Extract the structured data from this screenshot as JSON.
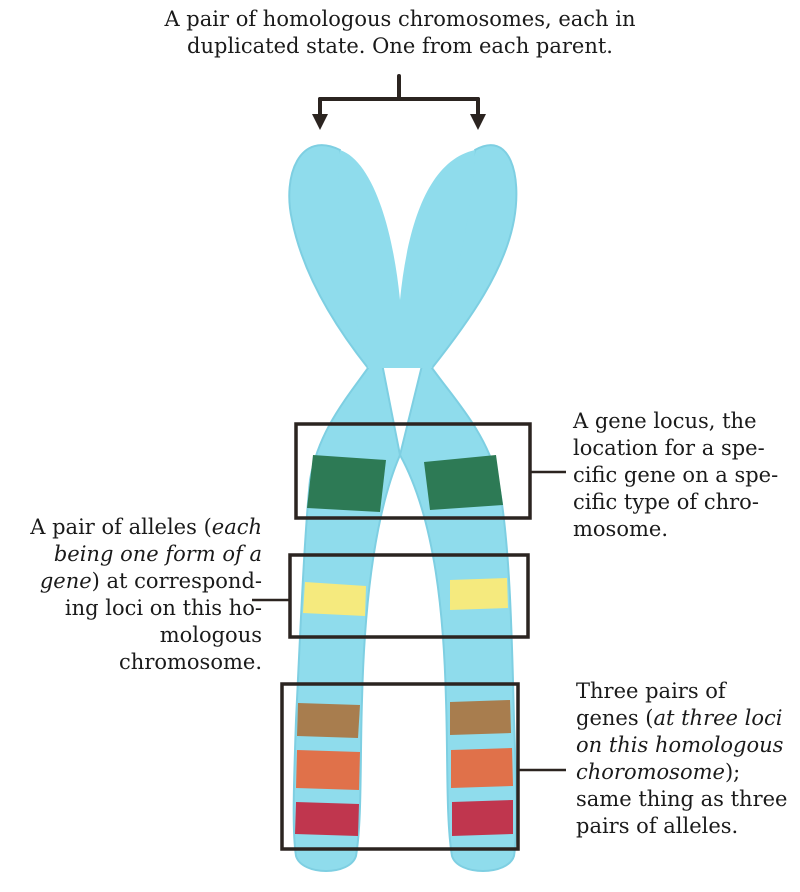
{
  "labels": {
    "top": {
      "line1": "A pair of homologous chromosomes, each in",
      "line2": "duplicated state. One from each parent."
    },
    "gene_locus": {
      "line1": "A gene locus, the",
      "line2": "location for a spe-",
      "line3": "cific gene on a spe-",
      "line4": "cific  type of chro-",
      "line5": "mosome."
    },
    "alleles": {
      "l1_plain": "A pair of alleles (",
      "l1_ital": "each",
      "l2_ital": "being one form of a",
      "l3_ital": "gene",
      "l3_plain": ") at correspond-",
      "line4": "ing loci on this ho-",
      "line5": "mologous",
      "line6": "chromosome."
    },
    "three_pairs": {
      "line1": "Three pairs of",
      "l2_plain": "genes (",
      "l2_ital": "at three loci",
      "l3_ital": "on this homologous",
      "l4_ital": "choromosome",
      "l4_plain": ");",
      "line5": "same thing as three",
      "line6": "pairs of alleles."
    }
  },
  "colors": {
    "chromosome": "#8fdcec",
    "chromosome_edge": "#7ecfe2",
    "gene_locus_band": "#2d7a55",
    "allele_band": "#f5ea7e",
    "brown_band": "#a87d4e",
    "orange_band": "#e0714a",
    "red_band": "#c0364e",
    "line": "#2b2420"
  }
}
